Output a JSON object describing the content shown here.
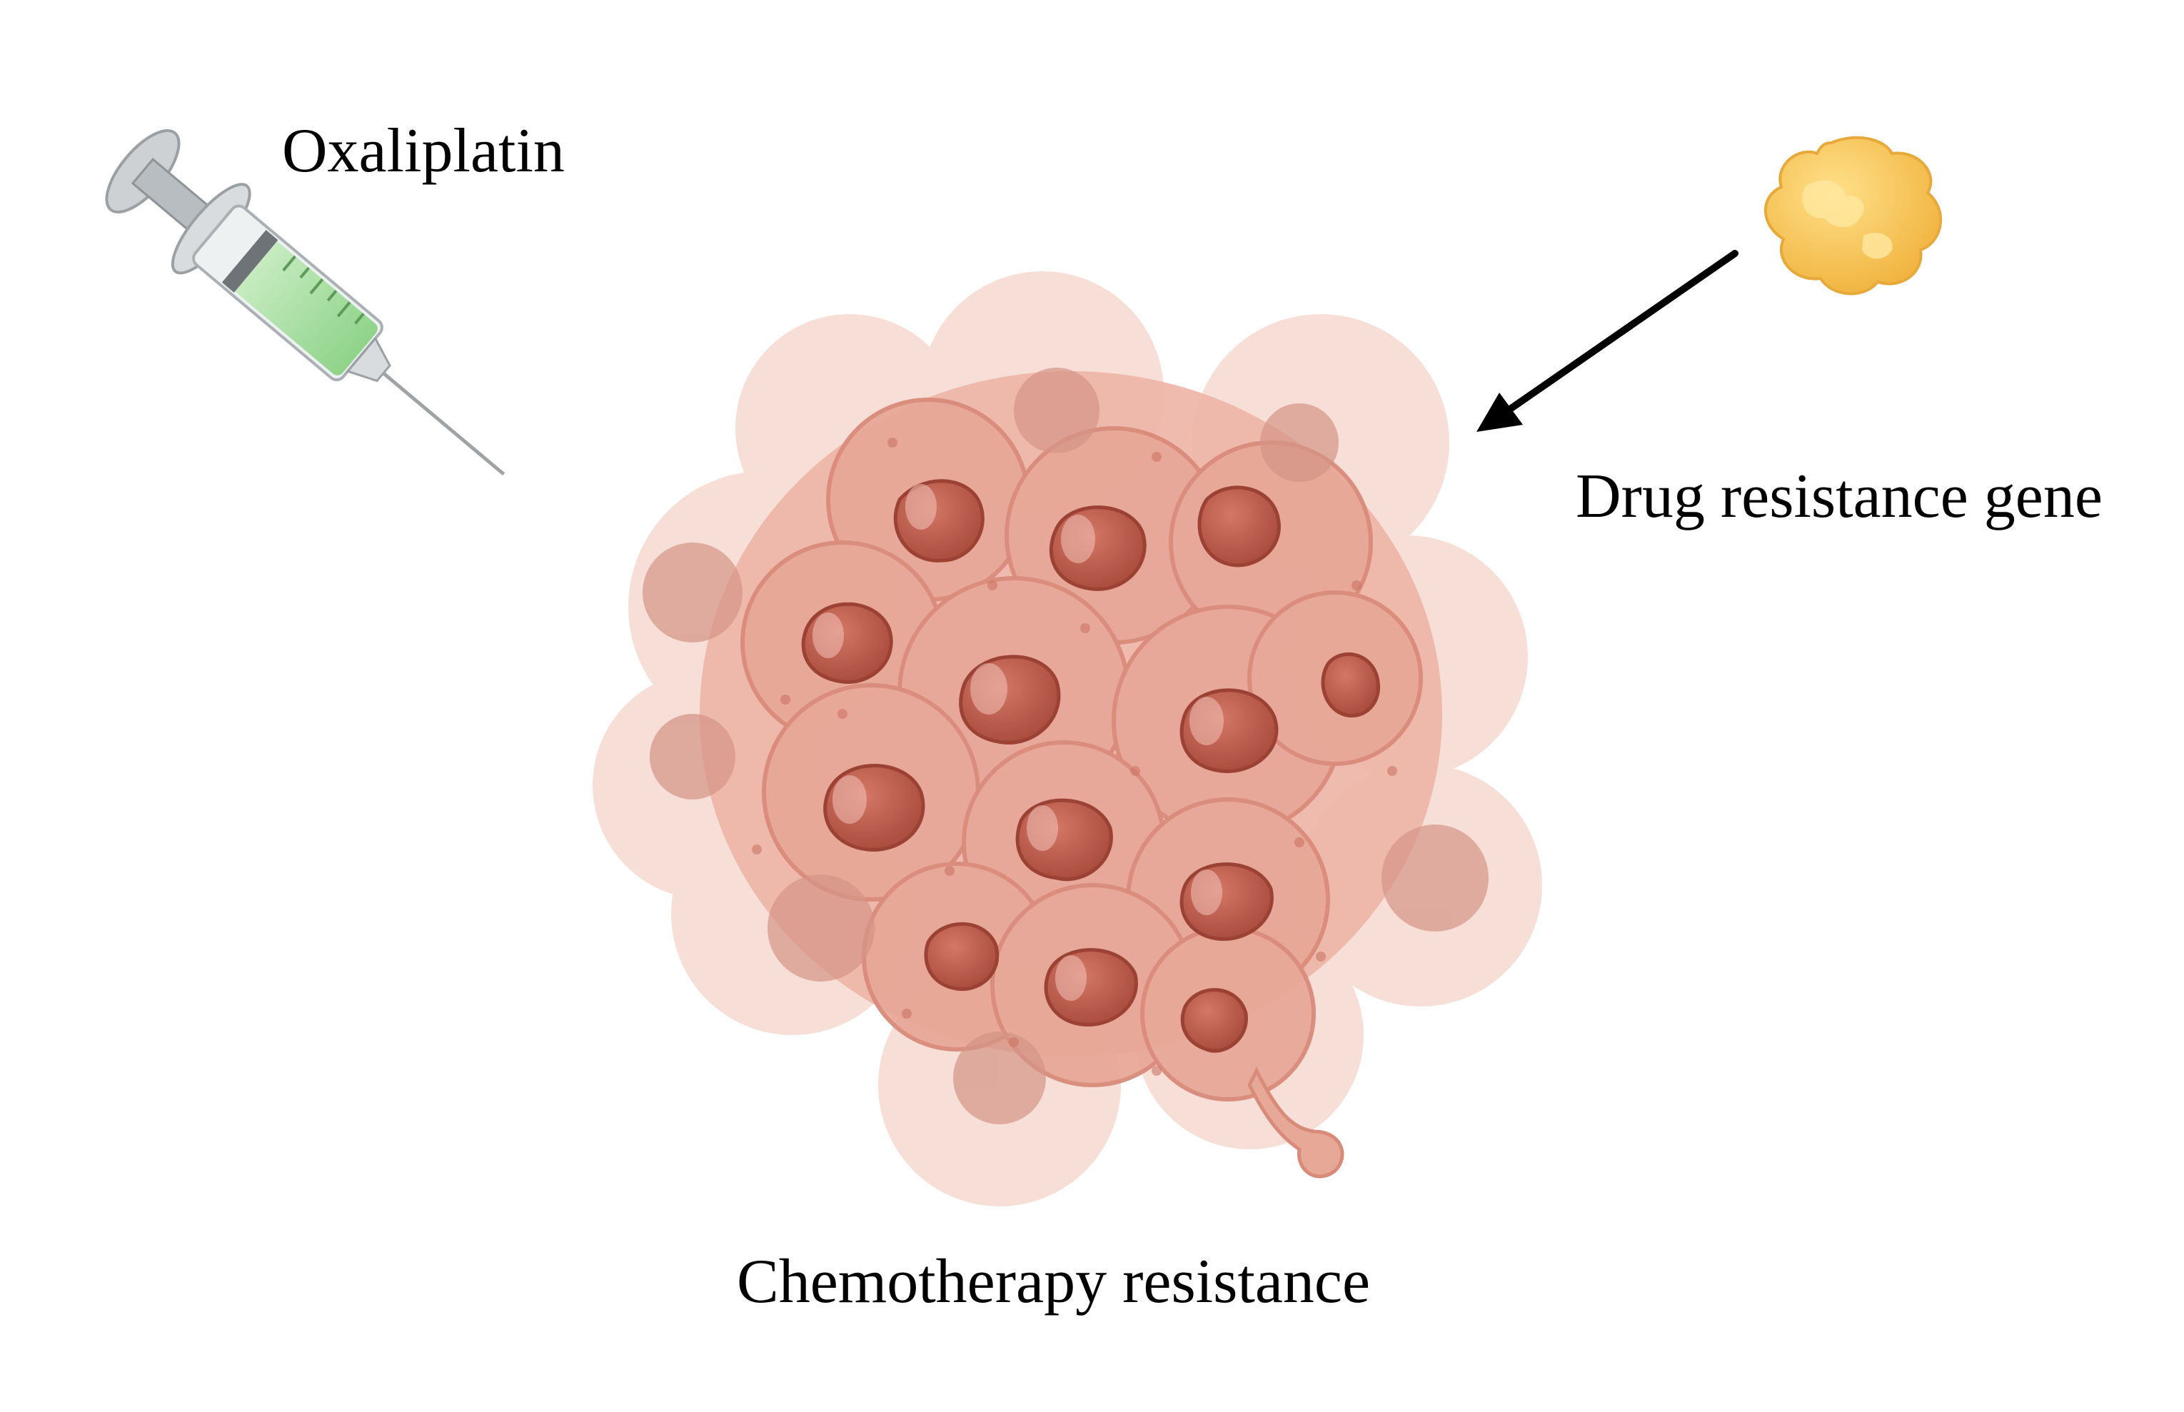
{
  "labels": {
    "drug": "Oxaliplatin",
    "gene": "Drug resistance gene",
    "outcome": "Chemotherapy resistance"
  },
  "icons": {
    "syringe": "syringe-icon",
    "gene_blob": "gene-blob-icon",
    "tumor": "tumor-cell-cluster",
    "arrow": "arrow-icon"
  },
  "colors": {
    "text": "#000000",
    "arrow": "#000000",
    "syringe_liquid": "#a8dca3",
    "syringe_body": "#cfd3d6",
    "gene_blob": "#f5c55a",
    "cell_outer": "#f3cfc4",
    "cell_mid": "#e8a898",
    "cell_nucleus": "#c0604f"
  }
}
